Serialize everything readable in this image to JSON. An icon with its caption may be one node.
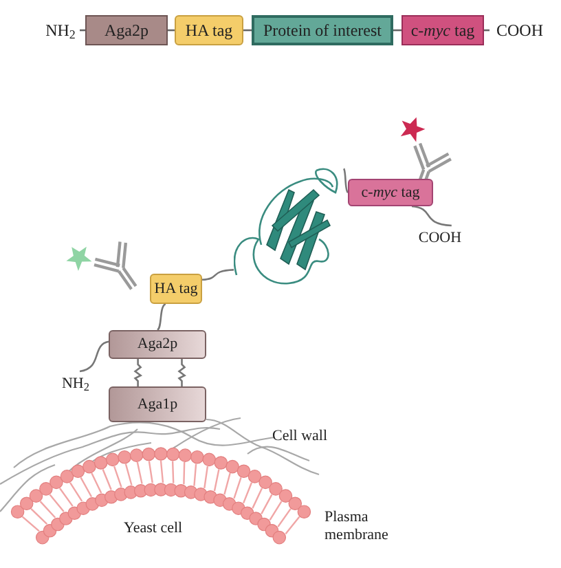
{
  "diagram": {
    "nodes": [
      {
        "text": [
          "NH$_{2}$"
        ]
      },
      {
        "text": [
          "Aga2p"
        ]
      },
      {
        "text": [
          "HA tag"
        ]
      },
      {
        "text": [
          "Protein of interest"
        ]
      },
      {
        "text": [
          "c-*myc* tag"
        ]
      },
      {
        "text": [
          "COOH"
        ]
      },
      {
        "text": [
          "c-*myc* tag"
        ]
      },
      {
        "text": [
          "COOH"
        ]
      },
      {
        "text": [],
        "shape": "picture"
      },
      {
        "text": [
          "HA tag"
        ]
      },
      {
        "text": [
          "Aga2p"
        ]
      },
      {
        "text": [
          "NH$_{2}$"
        ]
      },
      {
        "text": [
          "Aga1p"
        ]
      }
    ],
    "edges": [
      {
        "from": 0,
        "to": 1,
        "arrow": "none"
      },
      {
        "from": 1,
        "to": 2,
        "arrow": "none"
      },
      {
        "from": 2,
        "to": 3,
        "arrow": "none"
      },
      {
        "from": 3,
        "to": 4,
        "arrow": "none"
      },
      {
        "from": 4,
        "to": 5,
        "arrow": "none"
      },
      {
        "from": 9,
        "to": 8,
        "arrow": "none"
      },
      {
        "from": 8,
        "to": 6,
        "arrow": "none"
      },
      {
        "from": 6,
        "to": 7,
        "arrow": "none"
      },
      {
        "from": 10,
        "to": 9,
        "arrow": "none"
      },
      {
        "from": 10,
        "to": 11,
        "arrow": "none"
      },
      {
        "from": 10,
        "to": 12,
        "arrow": "none"
      },
      {
        "from": 10,
        "to": 12,
        "arrow": "none"
      }
    ],
    "labels": [
      "Cell wall",
      "Plasma membrane",
      "Yeast cell"
    ]
  }
}
